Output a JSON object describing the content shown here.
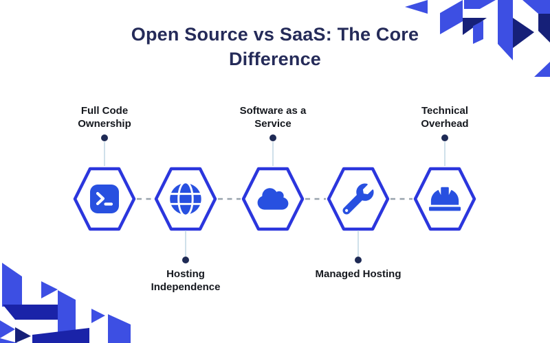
{
  "title": "Open Source vs SaaS: The Core Difference",
  "colors": {
    "hex_border": "#2B36DD",
    "icon_blue": "#2850E0",
    "title_navy": "#252B59",
    "label_text": "#15181E",
    "connector_dash": "#98A2AC",
    "connector_line": "#CFE0EA",
    "connector_dot": "#1E2A55",
    "decoration_blue": "#3D4FE3",
    "decoration_navy_dark": "#162078",
    "decoration_navy": "#1A23A8"
  },
  "nodes": [
    {
      "label": "Full Code Ownership",
      "icon": "terminal-icon",
      "label_position": "top"
    },
    {
      "label": "Hosting Independence",
      "icon": "globe-icon",
      "label_position": "bottom"
    },
    {
      "label": "Software as a Service",
      "icon": "cloud-icon",
      "label_position": "top"
    },
    {
      "label": "Managed Hosting",
      "icon": "wrench-icon",
      "label_position": "bottom"
    },
    {
      "label": "Technical Overhead",
      "icon": "hard-hat-icon",
      "label_position": "top"
    }
  ]
}
